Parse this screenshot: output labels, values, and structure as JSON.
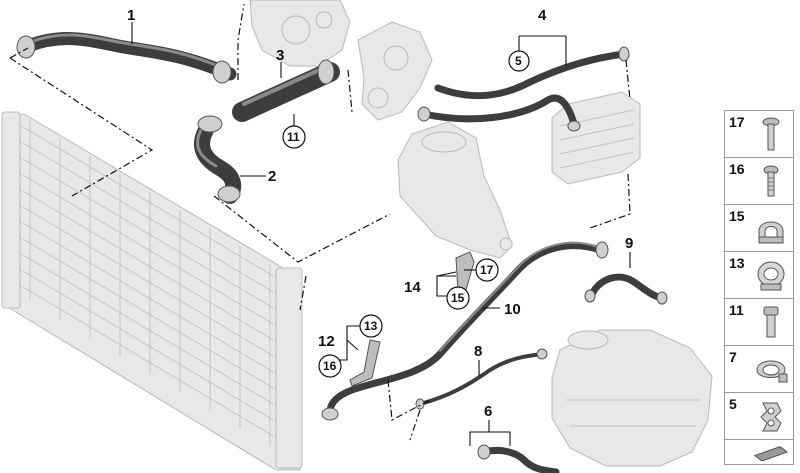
{
  "callouts": [
    {
      "id": "p1",
      "label": "1"
    },
    {
      "id": "p2",
      "label": "2"
    },
    {
      "id": "p3",
      "label": "3"
    },
    {
      "id": "p4",
      "label": "4"
    },
    {
      "id": "p6",
      "label": "6"
    },
    {
      "id": "p8",
      "label": "8"
    },
    {
      "id": "p9",
      "label": "9"
    },
    {
      "id": "p10",
      "label": "10"
    },
    {
      "id": "p12",
      "label": "12"
    },
    {
      "id": "p14",
      "label": "14"
    }
  ],
  "circled_refs": [
    {
      "id": "c11",
      "label": "11"
    },
    {
      "id": "c5",
      "label": "5"
    },
    {
      "id": "c17",
      "label": "17"
    },
    {
      "id": "c15",
      "label": "15"
    },
    {
      "id": "c13",
      "label": "13"
    },
    {
      "id": "c16",
      "label": "16"
    }
  ],
  "side_panel": [
    {
      "label": "17",
      "icon": "bolt-icon"
    },
    {
      "label": "16",
      "icon": "bolt-icon"
    },
    {
      "label": "15",
      "icon": "clip-icon"
    },
    {
      "label": "13",
      "icon": "clip-icon"
    },
    {
      "label": "11",
      "icon": "bolt-icon"
    },
    {
      "label": "7",
      "icon": "clip-icon"
    },
    {
      "label": "5",
      "icon": "bracket-icon"
    },
    {
      "label": "",
      "icon": "tag-icon"
    }
  ]
}
